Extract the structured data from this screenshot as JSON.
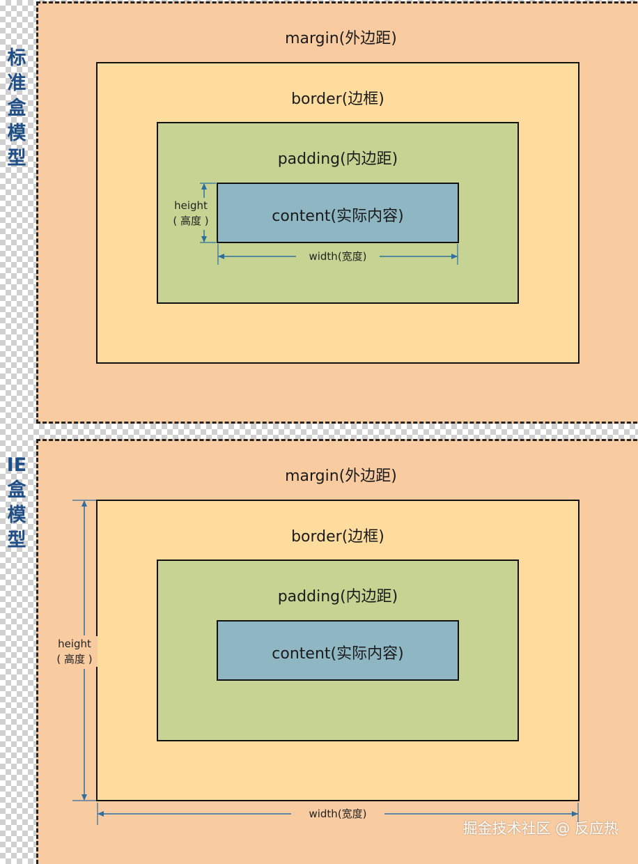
{
  "standard_model": {
    "side_label": [
      "标",
      "准",
      "盒",
      "模",
      "型"
    ],
    "margin_label": "margin(外边距)",
    "border_label": "border(边框)",
    "padding_label": "padding(内边距)",
    "content_label": "content(实际内容)",
    "height_label": "height",
    "height_cn": "( 高度 )",
    "width_label": "width(宽度)"
  },
  "ie_model": {
    "side_label": [
      "IE",
      "盒",
      "模",
      "型"
    ],
    "margin_label": "margin(外边距)",
    "border_label": "border(边框)",
    "padding_label": "padding(内边距)",
    "content_label": "content(实际内容)",
    "height_label": "height",
    "height_cn": "( 高度 )",
    "width_label": "width(宽度)"
  },
  "watermark": "掘金技术社区 @ 反应热",
  "colors": {
    "margin": "#f8cba1",
    "border": "#fedc9e",
    "padding": "#c6d393",
    "content": "#8fb6c3",
    "dimension_line": "#2e6ea0",
    "side_label": "#1f4f86"
  }
}
